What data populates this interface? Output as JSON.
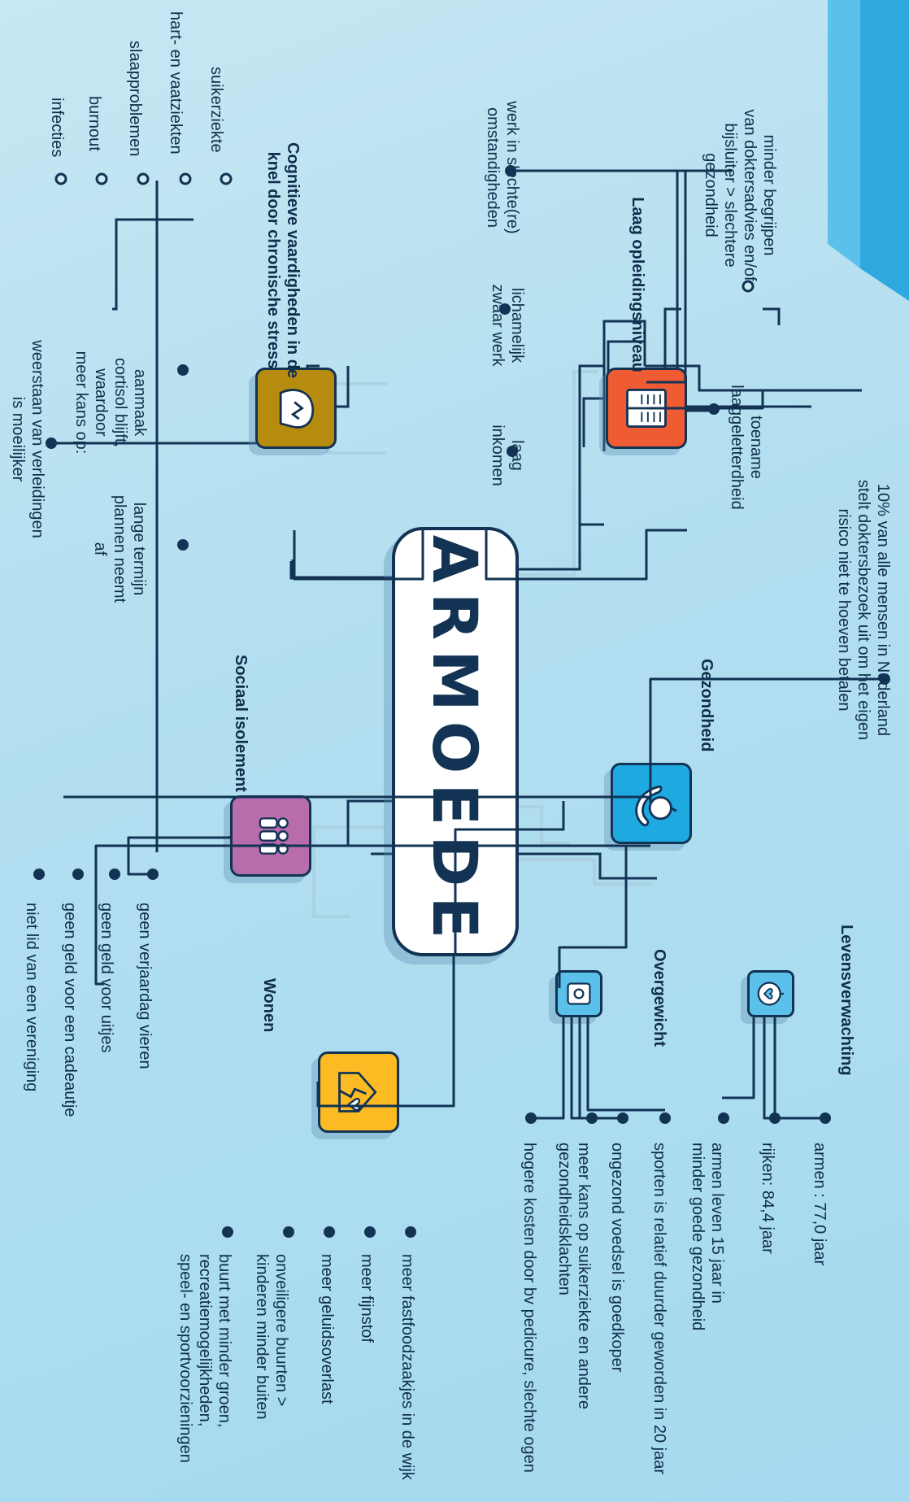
{
  "colors": {
    "navy": "#123354",
    "education": "#ef5b33",
    "health": "#1ea9e1",
    "stress": "#b78c0e",
    "social": "#b76cab",
    "housing": "#fdbb23",
    "life": "#5cc1ea",
    "corner": "#2fa7df"
  },
  "center": {
    "title": "ARMOEDE"
  },
  "branches": {
    "education": {
      "title": "Laag opleidingsniveau",
      "icon": "open-book-icon",
      "items": {
        "work": "werk in slechte(re)\nomstandigheden",
        "physical": "lichamelijk\nzwaar werk",
        "income": "laag\ninkomen",
        "literacy": "toename\nlaaggeletterdheid",
        "literacy_result": "minder begrijpen\nvan doktersadvies en/of\nbijsluiter > slechtere\ngezondheid"
      }
    },
    "stress": {
      "title": "Cognitieve vaardigheden in de\nknel door chronische stress",
      "icon": "head-stress-icon",
      "items": {
        "cortisol": "aanmaak\ncortisol blijft,\nwaardoor\nmeer kans op:",
        "temptation": "weerstaan van verleidingen\nis moeilijker",
        "planning": "lange termijn\nplannen neemt af"
      },
      "diseases": [
        "suikerziekte",
        "hart- en vaatziekten",
        "slaapproblemen",
        "burnout",
        "infecties"
      ]
    },
    "health": {
      "title": "Gezondheid",
      "icon": "fruit-icon",
      "note": "10% van alle mensen in Nederland\nstelt doktersbezoek uit om het eigen\nrisico niet te hoeven betalen"
    },
    "life": {
      "title": "Levensverwachting",
      "icon": "stopwatch-heart-icon",
      "items": [
        "armen : 77,0 jaar",
        "rijken: 84,4 jaar",
        "armen leven 15 jaar in\nminder goede gezondheid"
      ]
    },
    "overweight": {
      "title": "Overgewicht",
      "icon": "scale-icon",
      "items": [
        "sporten is relatief duurder geworden in 20 jaar",
        "ongezond voedsel is goedkoper",
        "meer kans op suikerziekte en andere\ngezondheidsklachten",
        "hogere kosten door bv pedicure, slechte ogen"
      ]
    },
    "social": {
      "title": "Sociaal isolement",
      "icon": "people-icon",
      "items": [
        "geen verjaardag vieren",
        "geen geld voor uitjes",
        "geen geld voor een cadeautje",
        "niet lid van een vereniging"
      ]
    },
    "housing": {
      "title": "Wonen",
      "icon": "broken-house-icon",
      "items": [
        "meer fastfoodzaakjes in de wijk",
        "meer fijnstof",
        "meer geluidsoverlast",
        "onveiligere buurten >\nkinderen minder buiten",
        "buurt met minder groen,\nrecreatiemogelijkheden,\nspeel- en sportvoorzieningen"
      ]
    }
  }
}
